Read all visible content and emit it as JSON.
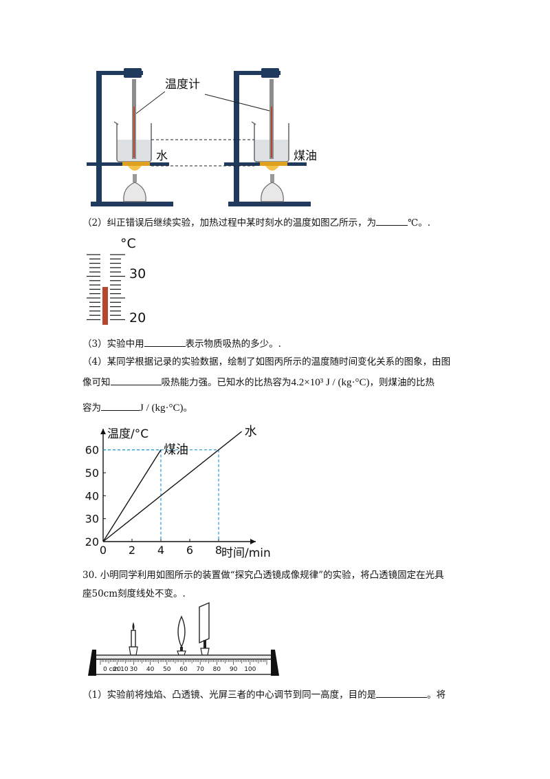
{
  "figure_apparatus": {
    "thermometer_label": "温度计",
    "water_label": "水",
    "kerosene_label": "煤油"
  },
  "q2": {
    "text_before": "（2）纠正错误后继续实验，加热过程中某时刻水的温度如图乙所示，为",
    "text_after": "℃。."
  },
  "figure_thermometer": {
    "unit": "°C",
    "mark_high": "30",
    "mark_low": "20",
    "liquid_color": "#b5472f"
  },
  "q3": {
    "text_before": "（3）实验中用",
    "text_after": "表示物质吸热的多少。."
  },
  "q4": {
    "line1_before": "（4）某同学根据记录的实验数据，绘制了如图丙所示的温度随时间变化关系的图象，由图",
    "line2_before": "像可知",
    "line2_mid": "吸热能力强。已知水的比热容为",
    "formula": "4.2×10³ J / (kg·°C)",
    "line2_after": "，则煤油的比热",
    "line3_before": "容为",
    "unit": "J / (kg·°C)",
    "line3_after": "。"
  },
  "chart_data": {
    "type": "line",
    "ylabel": "温度/°C",
    "xlabel": "时间/min",
    "x_ticks": [
      "0",
      "2",
      "4",
      "6",
      "8"
    ],
    "y_ticks": [
      "20",
      "30",
      "40",
      "50",
      "60"
    ],
    "xlim": [
      0,
      10
    ],
    "ylim": [
      20,
      65
    ],
    "series": [
      {
        "name": "煤油",
        "x": [
          0,
          4
        ],
        "y": [
          20,
          60
        ]
      },
      {
        "name": "水",
        "x": [
          0,
          9.6
        ],
        "y": [
          20,
          68
        ]
      }
    ],
    "reference_lines": [
      {
        "x": 4,
        "y": 60
      },
      {
        "x": 8,
        "y": 60
      }
    ],
    "reference_color": "#1e9ad6"
  },
  "q30": {
    "line1": "30. 小明同学利用如图所示的装置做“探究凸透镜成像规律”的实验，将凸透镜固定在光具",
    "line2": "座50cm刻度线处不变。."
  },
  "figure_bench": {
    "scale_labels": [
      "0 cm 10",
      "20",
      "30",
      "40",
      "50",
      "60",
      "70",
      "80",
      "90",
      "100"
    ]
  },
  "q30_1": {
    "text_before": "（1）实验前将烛焰、凸透镜、光屏三者的中心调节到同一高度，目的是",
    "text_after": "。将"
  }
}
